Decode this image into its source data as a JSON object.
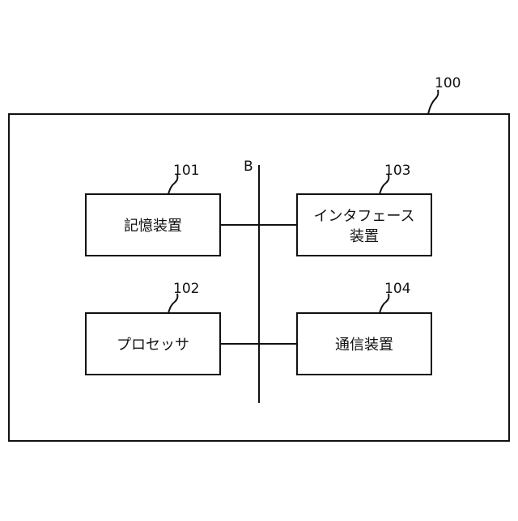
{
  "system": {
    "ref": "100"
  },
  "bus": {
    "label": "B"
  },
  "blocks": [
    {
      "id": "storage",
      "ref": "101",
      "lines": [
        "記憶装置"
      ]
    },
    {
      "id": "processor",
      "ref": "102",
      "lines": [
        "プロセッサ"
      ]
    },
    {
      "id": "interface",
      "ref": "103",
      "lines": [
        "インタフェース",
        "装置"
      ]
    },
    {
      "id": "comm",
      "ref": "104",
      "lines": [
        "通信装置"
      ]
    }
  ],
  "colors": {
    "stroke": "#111111",
    "background": "#ffffff"
  }
}
